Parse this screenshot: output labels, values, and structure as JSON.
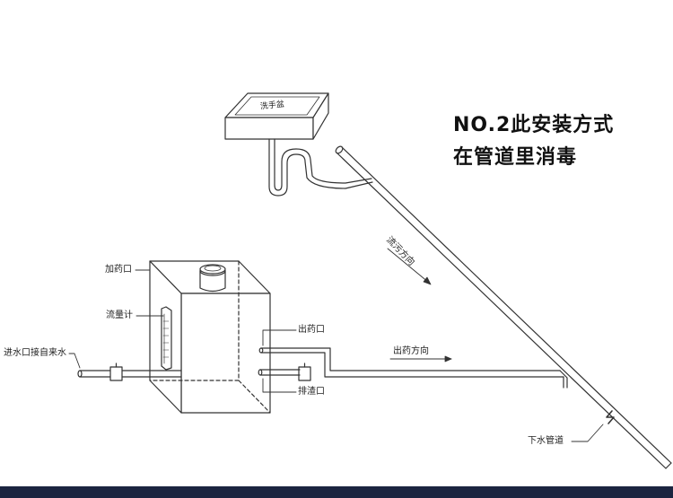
{
  "title": {
    "line1": "NO.2此安装方式",
    "line2": "在管道里消毒"
  },
  "labels": {
    "sink": "洗手盆",
    "dosing_port": "加药口",
    "flow_meter": "流量计",
    "water_inlet": "进水口接自来水",
    "medicine_outlet": "出药口",
    "drain_port": "排渣口",
    "medicine_direction": "出药方向",
    "sewage_direction": "流污方向",
    "sewer_pipe": "下水管道"
  },
  "colors": {
    "line": "#333333",
    "bottom_bar": "#1b2540"
  }
}
